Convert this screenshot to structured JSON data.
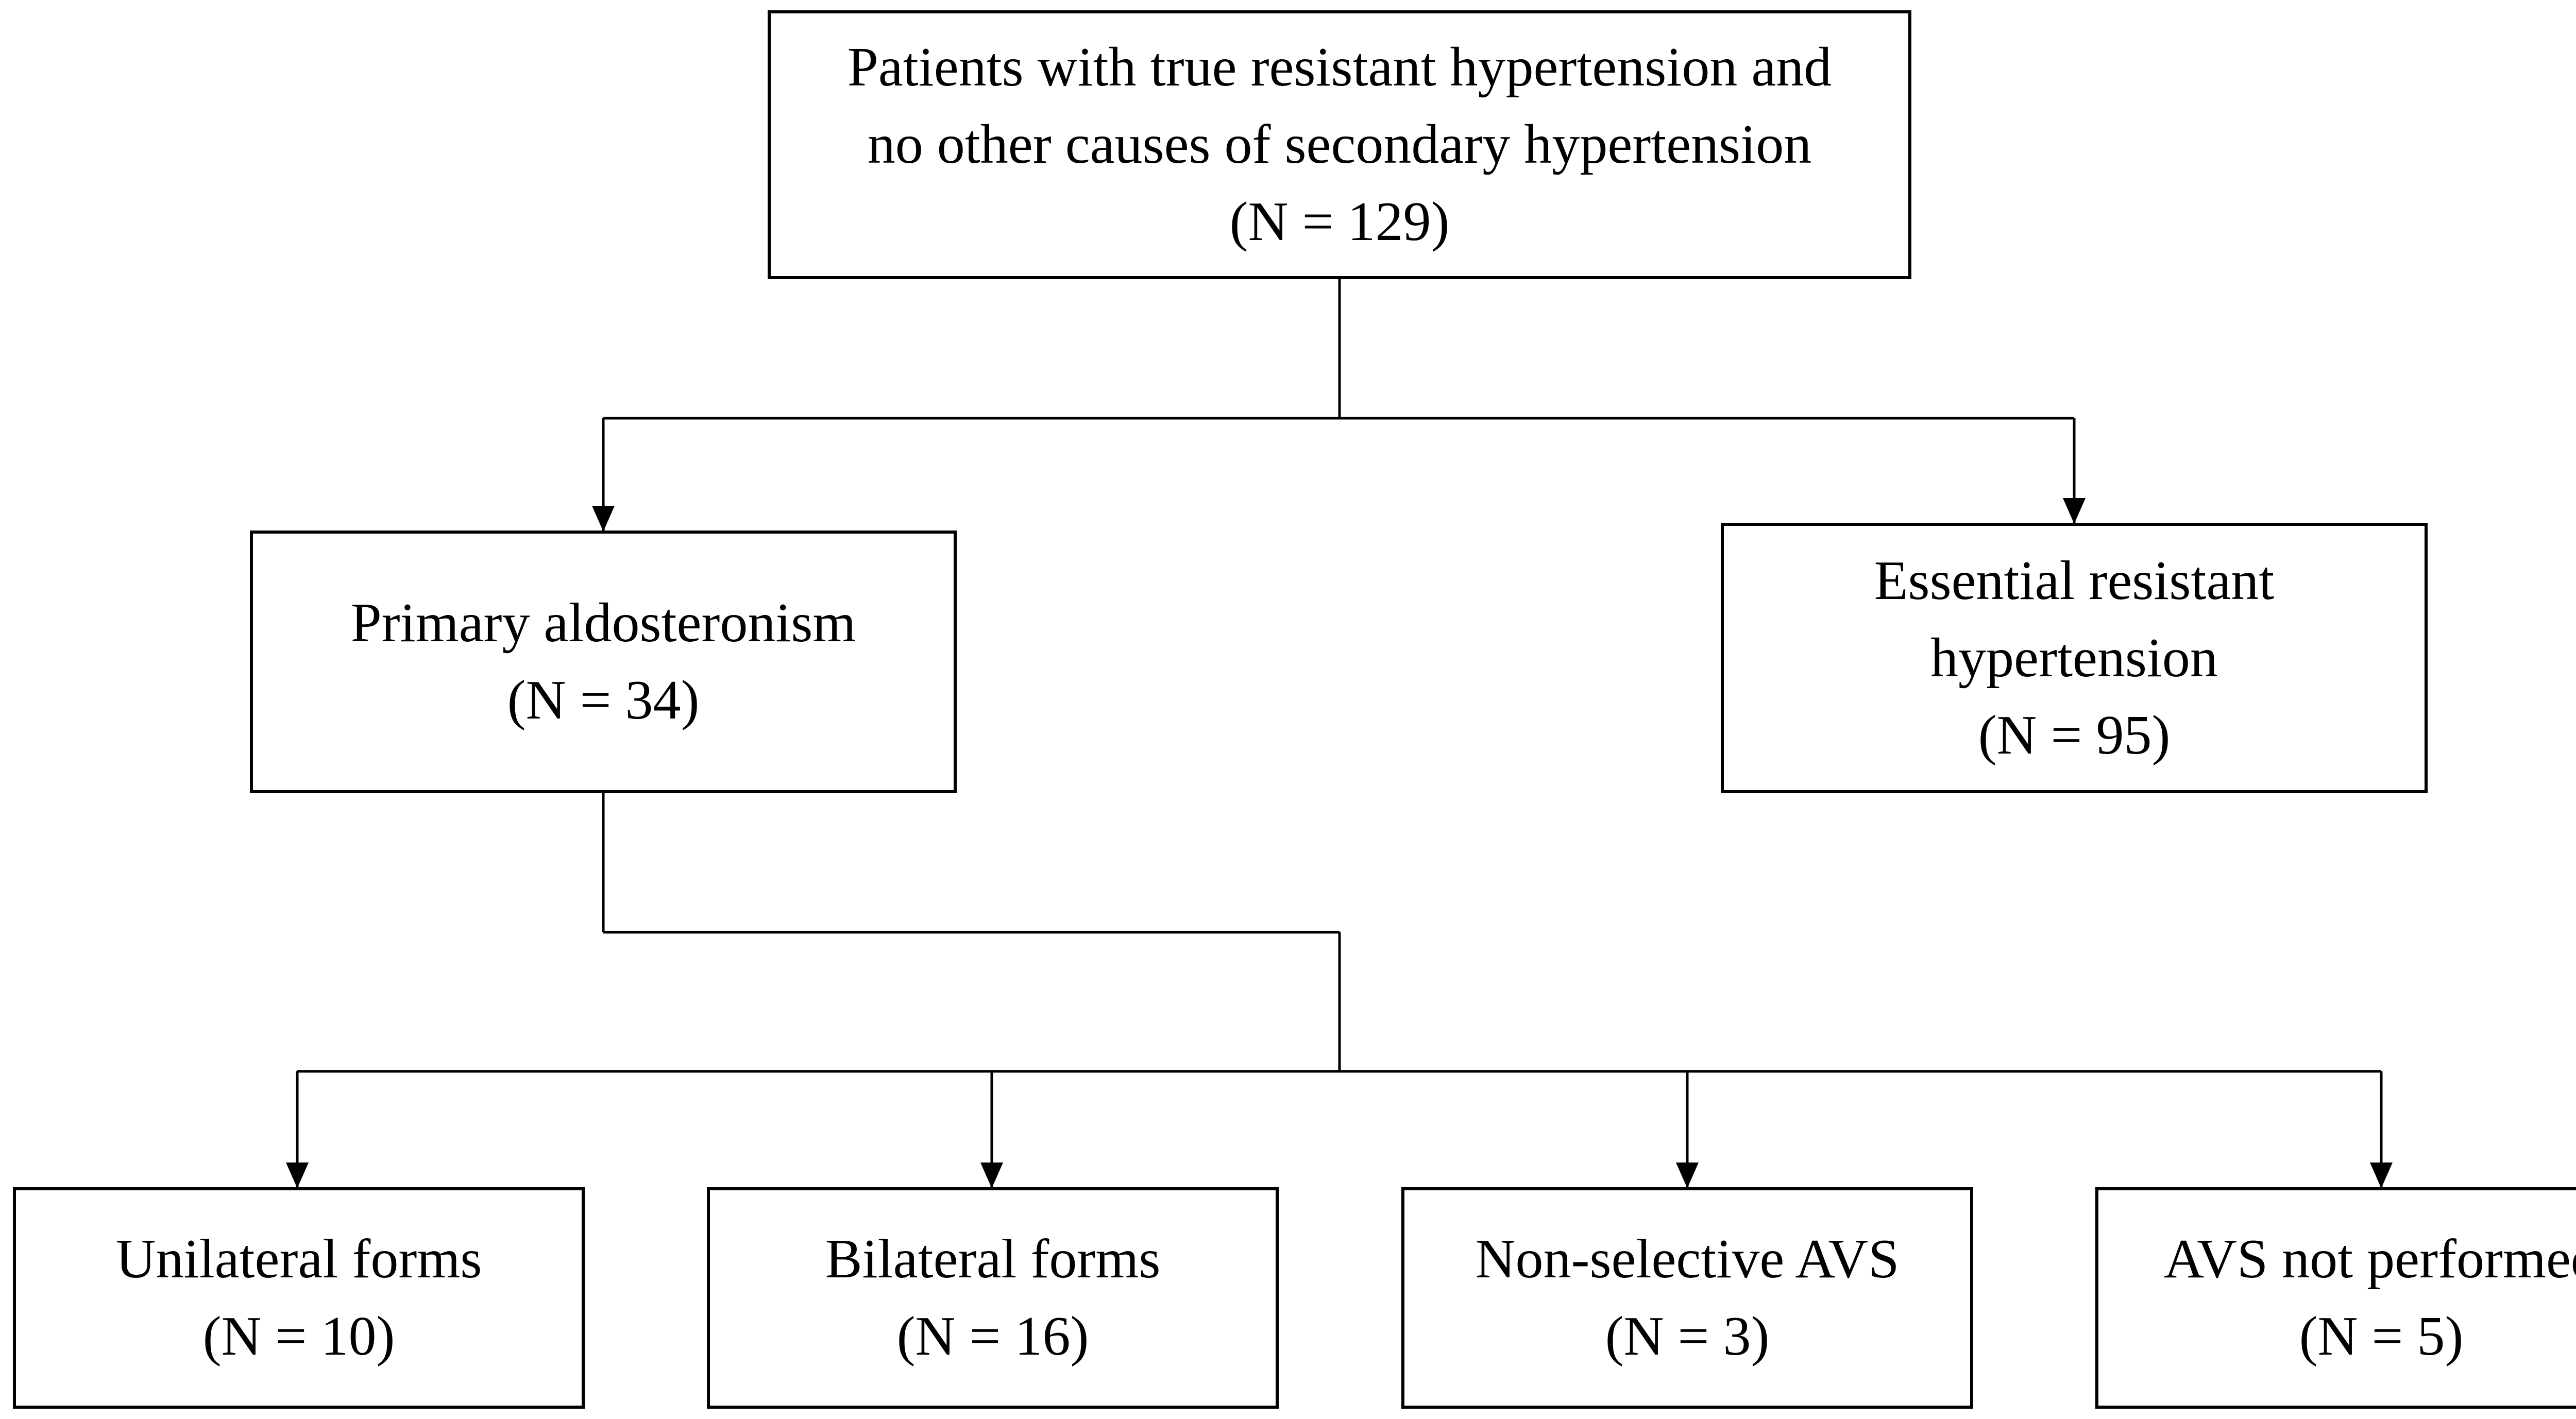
{
  "diagram": {
    "root": {
      "line1": "Patients with true resistant hypertension and",
      "line2": "no other causes of secondary hypertension",
      "count": "(N = 129)"
    },
    "primary_aldosteronism": {
      "line1": "Primary aldosteronism",
      "count": "(N = 34)"
    },
    "essential": {
      "line1": "Essential resistant",
      "line2": "hypertension",
      "count": "(N = 95)"
    },
    "unilateral": {
      "line1": "Unilateral forms",
      "count": "(N = 10)"
    },
    "bilateral": {
      "line1": "Bilateral forms",
      "count": "(N = 16)"
    },
    "non_selective": {
      "line1": "Non-selective AVS",
      "count": "(N = 3)"
    },
    "not_performed": {
      "line1": "AVS not performed",
      "count": "(N = 5)"
    }
  },
  "colors": {
    "stroke": "#000000",
    "background": "#ffffff"
  }
}
